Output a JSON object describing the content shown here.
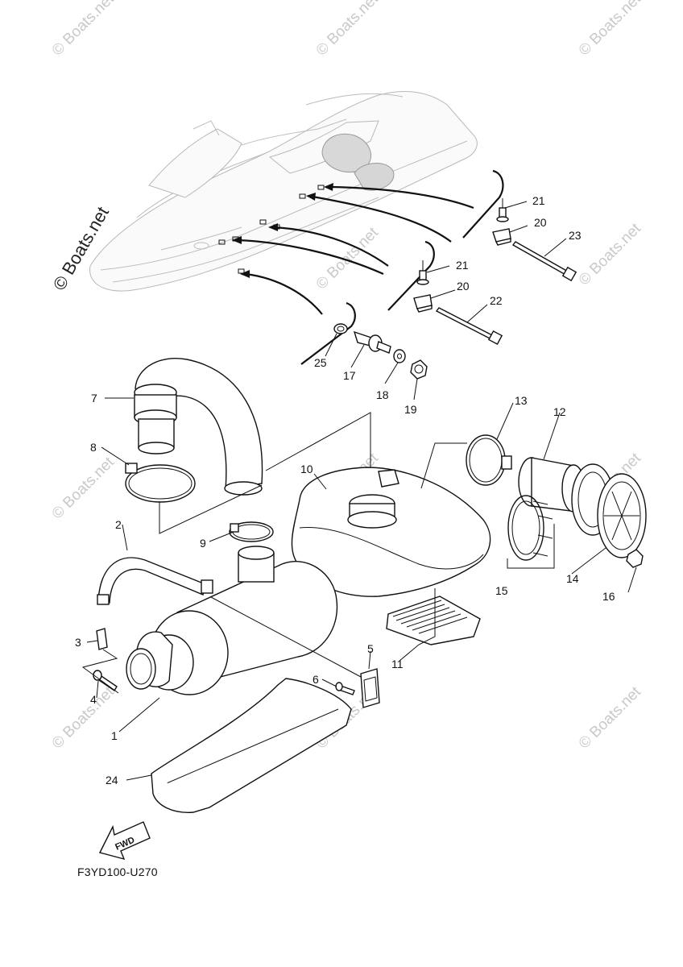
{
  "diagram_code": "F3YD100-U270",
  "fwd_label": "FWD",
  "watermark": "© Boats.net",
  "callouts": {
    "p1": "1",
    "p2": "2",
    "p3": "3",
    "p4": "4",
    "p5": "5",
    "p6": "6",
    "p7": "7",
    "p8": "8",
    "p9": "9",
    "p10": "10",
    "p11": "11",
    "p12": "12",
    "p13": "13",
    "p14": "14",
    "p15": "15",
    "p16": "16",
    "p17": "17",
    "p18": "18",
    "p19": "19",
    "p20a": "20",
    "p20b": "20",
    "p21a": "21",
    "p21b": "21",
    "p22": "22",
    "p23": "23",
    "p24": "24",
    "p25": "25"
  }
}
